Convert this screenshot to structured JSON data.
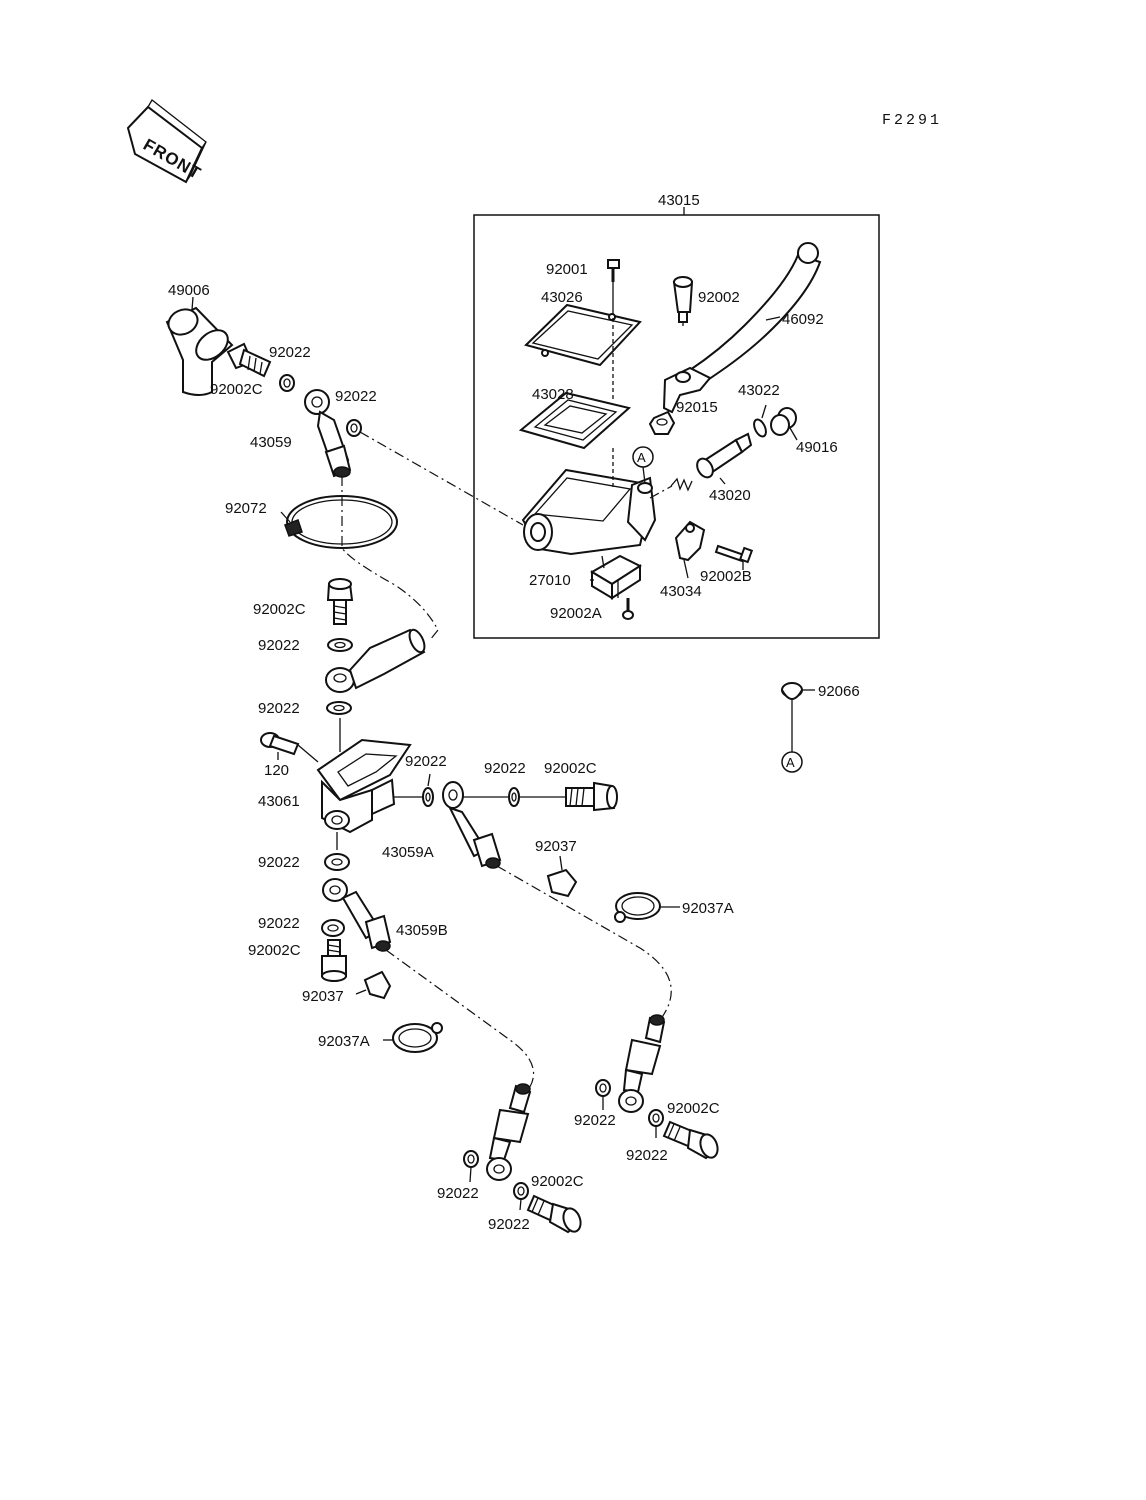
{
  "diagram_code": "F2291",
  "front_label": "FRONT",
  "ref_marker": "A",
  "assembly_label": "43015",
  "labels": {
    "p92001": "92001",
    "p43026": "43026",
    "p43028": "43028",
    "p92002_top": "92002",
    "p46092": "46092",
    "p43022": "43022",
    "p92015": "92015",
    "p49016": "49016",
    "p43020": "43020",
    "p27010": "27010",
    "p43034": "43034",
    "p92002B": "92002B",
    "p92002A": "92002A",
    "p49006": "49006",
    "p92022_a": "92022",
    "p92002C_a": "92002C",
    "p92022_b": "92022",
    "p43059": "43059",
    "p92072": "92072",
    "p92002C_b": "92002C",
    "p92022_c": "92022",
    "p92022_d": "92022",
    "p92066": "92066",
    "p120": "120",
    "p43061": "43061",
    "p92022_e": "92022",
    "p92022_f": "92022",
    "p92002C_c": "92002C",
    "p43059A": "43059A",
    "p92037_a": "92037",
    "p92037A_a": "92037A",
    "p92022_g": "92022",
    "p92022_h": "92022",
    "p43059B": "43059B",
    "p92002C_d": "92002C",
    "p92037_b": "92037",
    "p92037A_b": "92037A",
    "p92022_i": "92022",
    "p92002C_e": "92002C",
    "p92022_j": "92022",
    "p92022_k": "92022",
    "p92002C_f": "92002C",
    "p92022_l": "92022"
  }
}
